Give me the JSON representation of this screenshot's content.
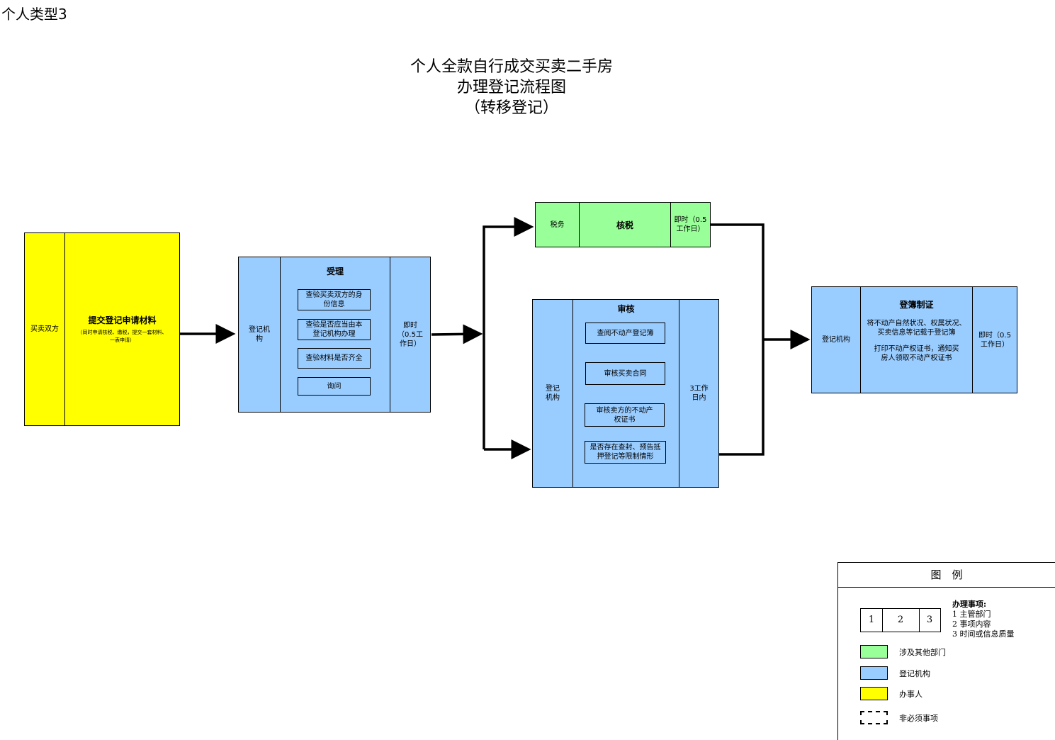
{
  "type_label": "个人类型3",
  "title": {
    "line1": "个人全款自行成交买卖二手房",
    "line2": "办理登记流程图",
    "line3": "（转移登记）"
  },
  "applicant": {
    "dept": "买卖双方",
    "content_title": "提交登记申请材料",
    "content_note": "（同时申请核税、缴税，提交一套材料、一表申请）"
  },
  "accept": {
    "dept": "登记机构",
    "title": "受理",
    "items": [
      "查验买卖双方的身份信息",
      "查验是否应当由本登记机构办理",
      "查验材料是否齐全",
      "询问"
    ],
    "time": "即时（0.5工作日）"
  },
  "tax": {
    "dept": "税务",
    "title": "核税",
    "time": "即时（0.5工作日）"
  },
  "review": {
    "dept": "登记机构",
    "title": "审核",
    "items": [
      "查阅不动产登记簿",
      "审核买卖合同",
      "审核卖方的不动产权证书",
      "是否存在查封、预告抵押登记等限制情形"
    ],
    "time": "3工作日内"
  },
  "register": {
    "dept": "登记机构",
    "title": "登簿制证",
    "line1": "将不动产自然状况、权属状况、买卖信息等记载于登记簿",
    "line2": "打印不动产权证书，通知买房人领取不动产权证书",
    "time": "即时（0.5工作日）"
  },
  "legend": {
    "title": "图　例",
    "cells": [
      "1",
      "2",
      "3"
    ],
    "heading": "办理事项:",
    "item1": "1 主管部门",
    "item2": "2 事项内容",
    "item3": "3 时间或信息质量",
    "green_label": "涉及其他部门",
    "blue_label": "登记机构",
    "yellow_label": "办事人",
    "dashed_label": "非必须事项",
    "colors": {
      "green": "#99ff99",
      "blue": "#99ccff",
      "yellow": "#ffff00"
    }
  }
}
